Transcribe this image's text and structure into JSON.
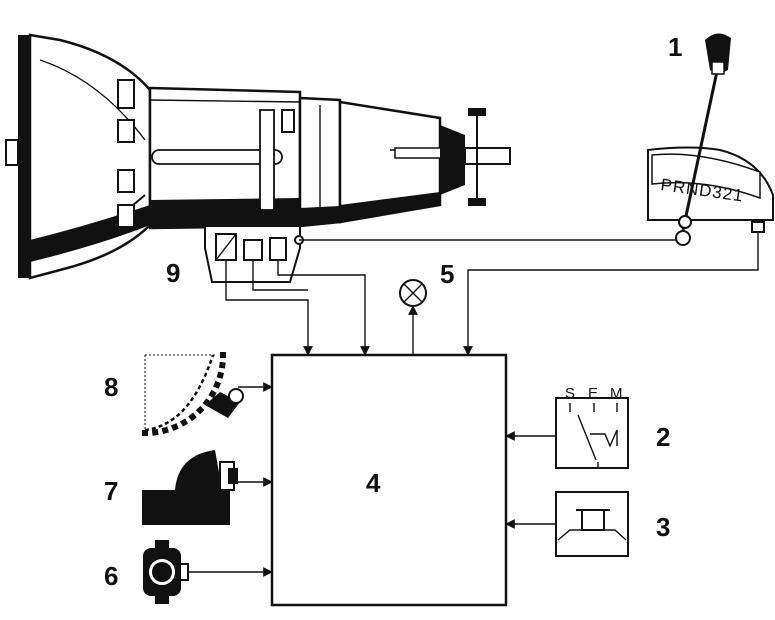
{
  "callouts": {
    "c1": "1",
    "c2": "2",
    "c3": "3",
    "c4": "4",
    "c5": "5",
    "c6": "6",
    "c7": "7",
    "c8": "8",
    "c9": "9"
  },
  "selector_gate_text": "PRND321",
  "program_switch_labels": {
    "s": "S",
    "e": "E",
    "m": "M"
  },
  "colors": {
    "ink": "#111111",
    "paper": "#ffffff",
    "shade": "#d9d9d9"
  }
}
